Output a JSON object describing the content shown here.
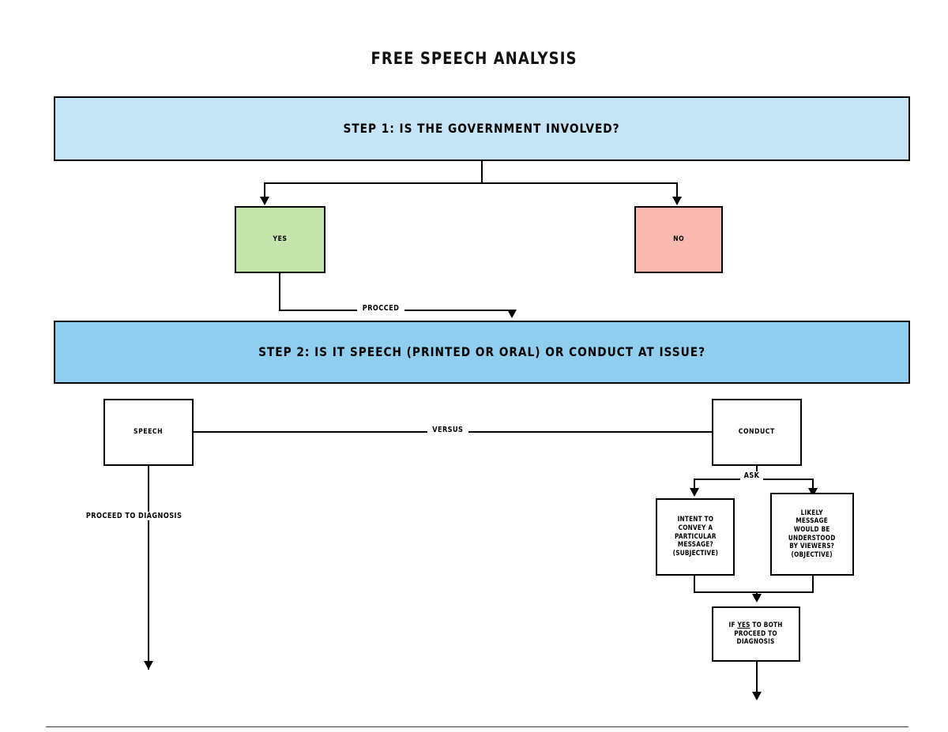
{
  "title": "FREE SPEECH ANALYSIS",
  "colors": {
    "step1_fill": "#c5e4f6",
    "step2_fill": "#90ceef",
    "yes_fill": "#c4e5ab",
    "no_fill": "#f9b9ae",
    "node_fill": "#ffffff",
    "stroke": "#000000",
    "text": "#000000",
    "background": "#ffffff"
  },
  "nodes": {
    "step1": "STEP 1: IS THE GOVERNMENT INVOLVED?",
    "yes": "YES",
    "no": "NO",
    "step2": "STEP 2: IS IT SPEECH (PRINTED OR ORAL) OR CONDUCT AT ISSUE?",
    "speech": "SPEECH",
    "conduct": "CONDUCT",
    "subjective": "INTENT TO CONVEY A PARTICULAR MESSAGE? (SUBJECTIVE)",
    "subjective_lines": [
      "INTENT TO",
      "CONVEY A",
      "PARTICULAR",
      "MESSAGE?",
      "(SUBJECTIVE)"
    ],
    "objective": "LIKELY MESSAGE WOULD BE UNDERSTOOD BY VIEWERS? (OBJECTIVE)",
    "objective_lines": [
      "LIKELY",
      "MESSAGE",
      "WOULD BE",
      "UNDERSTOOD",
      "BY VIEWERS?",
      "(OBJECTIVE)"
    ],
    "both_yes_line1_pre": "IF ",
    "both_yes_line1_underline": "YES",
    "both_yes_line1_post": " TO BOTH",
    "both_yes_line2": "PROCEED TO",
    "both_yes_line3": "DIAGNOSIS"
  },
  "edge_labels": {
    "procced": "PROCCED",
    "versus": "VERSUS",
    "ask": "ASK",
    "proceed_to_diagnosis": "PROCEED TO DIAGNOSIS"
  }
}
